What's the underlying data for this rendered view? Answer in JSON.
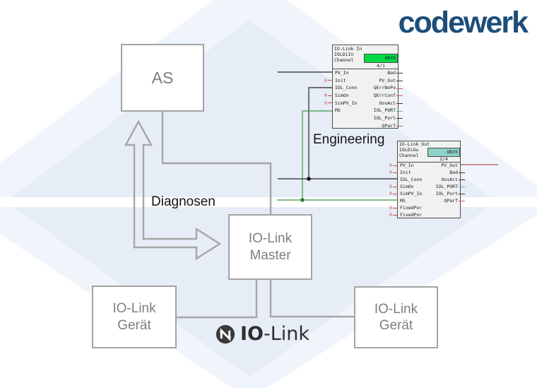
{
  "brand": {
    "logo_text": "codewerk",
    "color": "#1c4e79"
  },
  "background": {
    "diamond_color": "#e6edf7",
    "diamond_light": "#f0f5fb",
    "stripe_color": "#ffffff"
  },
  "diagram": {
    "as_box": {
      "label": "AS"
    },
    "master_box": {
      "line1": "IO-Link",
      "line2": "Master"
    },
    "device_left": {
      "line1": "IO-Link",
      "line2": "Gerät"
    },
    "device_right": {
      "line1": "IO-Link",
      "line2": "Gerät"
    },
    "diagnosen_label": "Diagnosen",
    "engineering_label": "Engineering"
  },
  "iolink_logo": {
    "bold": "IO",
    "rest": "-Link"
  },
  "fb_in": {
    "title": "IO-Link In",
    "subtitle": "IOLDiIn",
    "channel": "Channel",
    "ob": "OB35",
    "seq": "4/1",
    "header_color": "#00db42",
    "inputs": [
      {
        "name": "PV_In",
        "value": ""
      },
      {
        "name": "Init",
        "value": "0"
      },
      {
        "name": "IOL_Conn",
        "value": ""
      },
      {
        "name": "SimOn",
        "value": "0"
      },
      {
        "name": "SimPV_In",
        "value": "0"
      },
      {
        "name": "MS",
        "value": ""
      }
    ],
    "outputs": [
      {
        "name": "Bad",
        "stub": "#3a3a3a"
      },
      {
        "name": "PV_Out",
        "stub": "#3a3a3a"
      },
      {
        "name": "QErrNoPo",
        "stub": "#c06060"
      },
      {
        "name": "QErrConf",
        "stub": "#c06060"
      },
      {
        "name": "OosAct",
        "stub": "#3a3a3a"
      },
      {
        "name": "IOL_PORT",
        "stub": "#55b5a2"
      },
      {
        "name": "IOL_Port",
        "stub": "#3a3a3a"
      },
      {
        "name": "QParf",
        "stub": "#c06060"
      }
    ]
  },
  "fb_out": {
    "title": "IO-Link Out",
    "subtitle": "IOLDiOu",
    "channel": "Channel",
    "ob": "OB35",
    "seq": "2/4",
    "header_color": "#8ed0ca",
    "inputs": [
      {
        "name": "PV_In",
        "value": "0"
      },
      {
        "name": "Init",
        "value": "0"
      },
      {
        "name": "IOL_Conn",
        "value": ""
      },
      {
        "name": "SimOn",
        "value": "0"
      },
      {
        "name": "SimPV_In",
        "value": "0"
      },
      {
        "name": "MS",
        "value": ""
      },
      {
        "name": "FixedPor",
        "value": "0"
      },
      {
        "name": "FixedPor",
        "value": "0"
      }
    ],
    "outputs": [
      {
        "name": "PV_Out",
        "stub": "none"
      },
      {
        "name": "Bad",
        "stub": "#3a3a3a"
      },
      {
        "name": "OosAct",
        "stub": "#3a3a3a"
      },
      {
        "name": "IOL_PORT",
        "stub": "#55b5a2"
      },
      {
        "name": "IOL_Port",
        "stub": "#3a3a3a"
      },
      {
        "name": "QParf",
        "stub": "#c06060"
      }
    ]
  },
  "wires": {
    "signal_color": "#222222",
    "ms_color": "#3f9443",
    "pv_out_color": "#a35555",
    "marker_color": "#c05050"
  }
}
